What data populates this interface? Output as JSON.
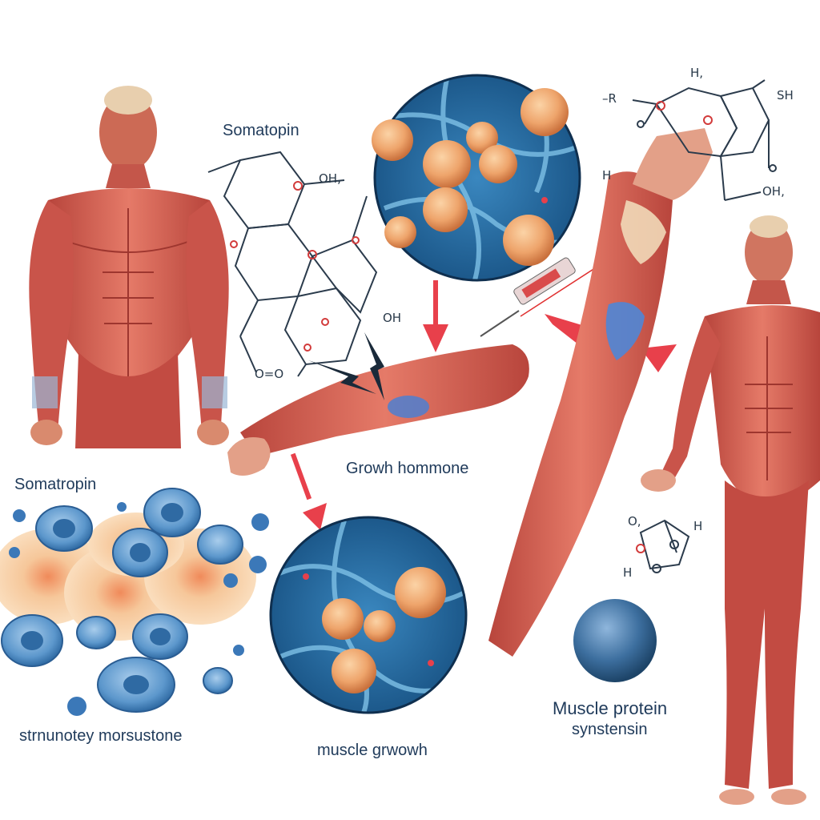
{
  "labels": {
    "somatopin": "Somatopin",
    "somatropin": "Somatropin",
    "growth_hormone": "Growh hommone",
    "muscle_growth": "muscle grwowh",
    "stimulus": "strnunotey morsustone",
    "protein_line1": "Muscle protein",
    "protein_line2": "synstensin"
  },
  "chem_labels": {
    "oh1": "OH,",
    "oh2": "OH",
    "o_eq": "O=O",
    "r_group": "–R",
    "h_top": "H,",
    "sh": "SH",
    "h_left": "H",
    "oh3": "OH,",
    "o_small": "O,",
    "h_small1": "H",
    "h_small2": "H"
  },
  "colors": {
    "muscle": "#c9544a",
    "muscle_light": "#e58a7a",
    "cell_blue": "#2f7ab3",
    "cell_fill": "#4f8ec7",
    "fat": "#f1c08f",
    "arrow_red": "#e8404b",
    "text": "#1f3a5a"
  }
}
